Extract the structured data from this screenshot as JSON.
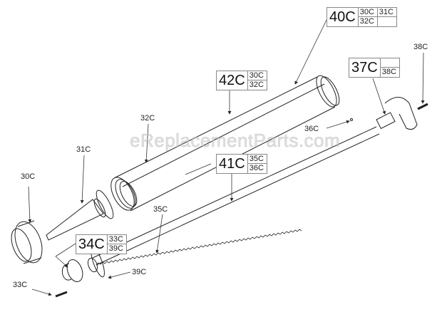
{
  "watermark": "eReplacementParts.com",
  "labels": {
    "p30C": "30C",
    "p31C": "31C",
    "p32C": "32C",
    "p33C": "33C",
    "p35C": "35C",
    "p36C": "36C",
    "p38C": "38C",
    "p39C": "39C"
  },
  "kits": {
    "k40C": {
      "main": "40C",
      "subs": [
        "30C",
        "32C",
        "31C",
        ""
      ]
    },
    "k42C": {
      "main": "42C",
      "subs": [
        "30C",
        "32C"
      ]
    },
    "k37C": {
      "main": "37C",
      "subs": [
        "",
        "38C"
      ]
    },
    "k41C": {
      "main": "41C",
      "subs": [
        "35C",
        "36C"
      ]
    },
    "k34C": {
      "main": "34C",
      "subs": [
        "33C",
        "39C"
      ]
    }
  }
}
